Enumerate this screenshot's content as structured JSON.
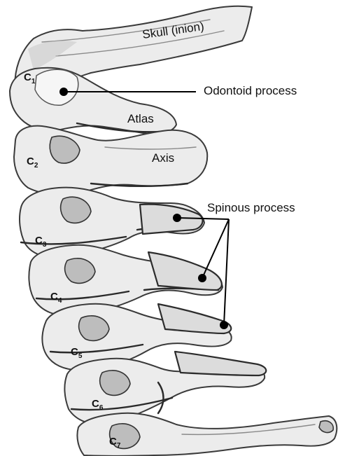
{
  "labels": {
    "skull": "Skull (inion)",
    "odontoid": "Odontoid process",
    "atlas": "Atlas",
    "axis": "Axis",
    "spinous": "Spinous process"
  },
  "vertebrae": [
    {
      "letter": "C",
      "num": "1"
    },
    {
      "letter": "C",
      "num": "2"
    },
    {
      "letter": "C",
      "num": "3"
    },
    {
      "letter": "C",
      "num": "4"
    },
    {
      "letter": "C",
      "num": "5"
    },
    {
      "letter": "C",
      "num": "6"
    },
    {
      "letter": "C",
      "num": "7"
    }
  ]
}
